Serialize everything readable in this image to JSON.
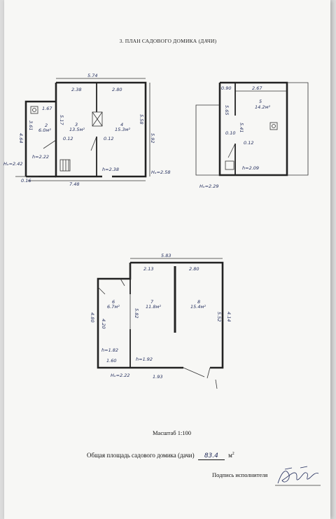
{
  "header": {
    "title": "3. ПЛАН САДОВОГО ДОМИКА (ДАЧИ)"
  },
  "plan1": {
    "dims": {
      "top_total": "5.74",
      "top_left": "2.38",
      "top_right": "2.80",
      "right_side": "5.92",
      "right_inner": "5.58",
      "inner_a": "5.17",
      "left_narrow": "1.67",
      "left_outer": "4.64",
      "left_inner": "3.61",
      "wall_a": "0.12",
      "wall_b": "0.12",
      "bottom_a": "0.16",
      "bottom_total": "7.48"
    },
    "rooms": [
      {
        "num": "2",
        "area": "6.0м²"
      },
      {
        "num": "3",
        "area": "13.5м²"
      },
      {
        "num": "4",
        "area": "15.3м²"
      }
    ],
    "heights": {
      "h_left": "h=2.22",
      "h_mid": "h=2.38"
    },
    "levels": {
      "left": "Hₒ=2.42",
      "right": "Hₒ=2.58"
    }
  },
  "plan2": {
    "dims": {
      "left_a": "0.90",
      "top": "2.67",
      "left_b": "5.65",
      "inner": "5.41",
      "wall_a": "0.10",
      "wall_b": "0.12"
    },
    "room": {
      "num": "5",
      "area": "14.2м²"
    },
    "height": "h=2.09",
    "level": "Hₒ=2.29"
  },
  "plan3": {
    "dims": {
      "top_total": "5.83",
      "top_left": "2.13",
      "top_right": "2.80",
      "left_outer": "4.80",
      "left_inner": "4.20",
      "mid": "5.82",
      "right_inner": "5.52",
      "right_outer": "4.14",
      "bottom_left": "1.60",
      "bottom_total": "1.93"
    },
    "rooms": [
      {
        "num": "6",
        "area": "6.7м²"
      },
      {
        "num": "7",
        "area": "11.8м²"
      },
      {
        "num": "8",
        "area": "15.4м²"
      }
    ],
    "heights": {
      "h_left": "h=1.82",
      "h_mid": "h=1.92"
    },
    "level": "Hₒ=2.22"
  },
  "footer": {
    "scale": "Масштаб 1:100",
    "area_label": "Общая площадь садового домика (дачи)",
    "area_value": "83.4",
    "area_unit": "м",
    "area_unit_sup": "2",
    "signature_label": "Подпись исполнителя"
  }
}
